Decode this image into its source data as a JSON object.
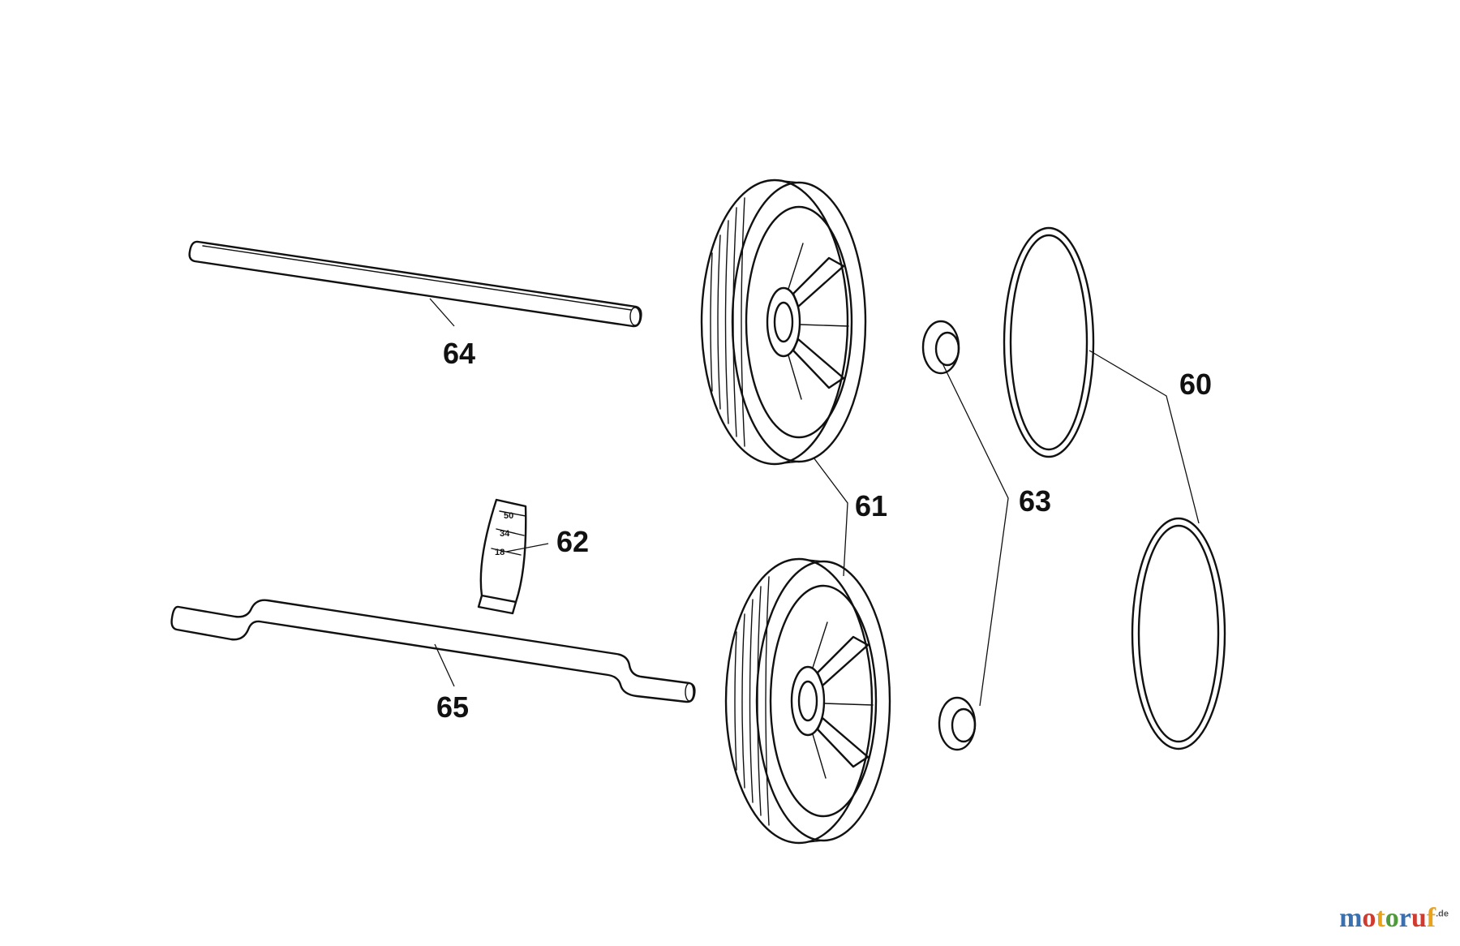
{
  "parts": [
    {
      "id": "64",
      "label": "64",
      "name": "axle-rod"
    },
    {
      "id": "65",
      "label": "65",
      "name": "cranked-axle"
    },
    {
      "id": "61",
      "label": "61",
      "name": "wheel"
    },
    {
      "id": "62",
      "label": "62",
      "name": "height-indicator"
    },
    {
      "id": "63",
      "label": "63",
      "name": "hub-cap"
    },
    {
      "id": "60",
      "label": "60",
      "name": "tyre-ring"
    }
  ],
  "indicator_markings": [
    "50",
    "34",
    "18"
  ],
  "brand": {
    "letters": [
      "m",
      "o",
      "t",
      "o",
      "r",
      "u",
      "f"
    ],
    "letter_colors": [
      "#3a6fb0",
      "#d13b2f",
      "#e8a21c",
      "#4f9a3a",
      "#3a6fb0",
      "#d13b2f",
      "#e8a21c"
    ],
    "suffix": ".de"
  }
}
